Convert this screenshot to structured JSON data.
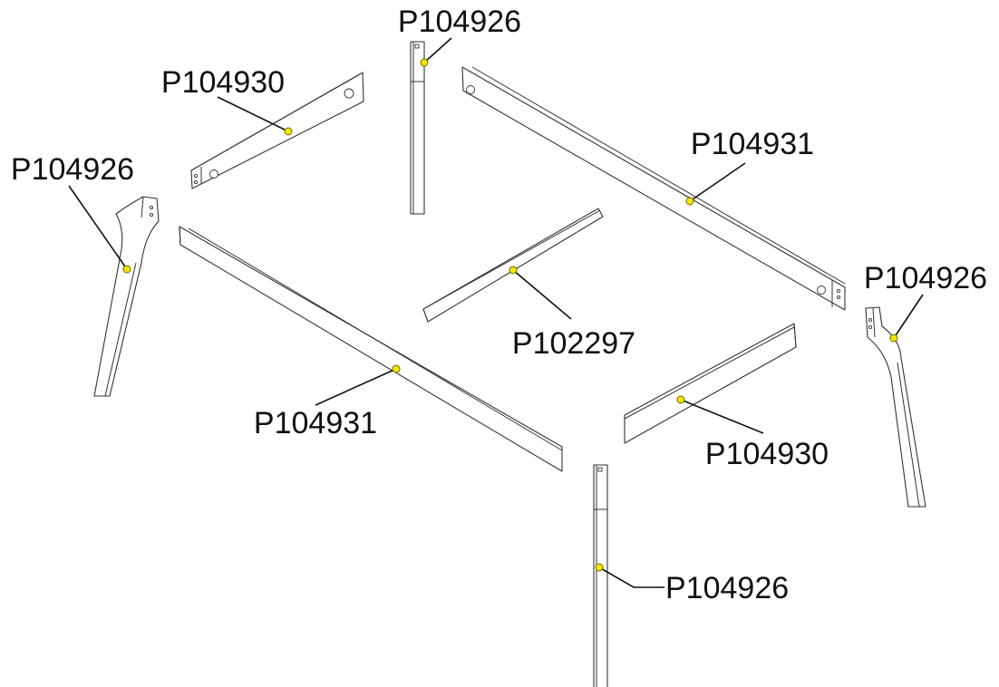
{
  "callout_color": "#f2e600",
  "parts": [
    {
      "id": "post_top",
      "label": "P104926"
    },
    {
      "id": "short_rail_top",
      "label": "P104930"
    },
    {
      "id": "long_rail_right",
      "label": "P104931"
    },
    {
      "id": "leg_left",
      "label": "P104926"
    },
    {
      "id": "center_rail",
      "label": "P102297"
    },
    {
      "id": "leg_right",
      "label": "P104926"
    },
    {
      "id": "long_rail_left",
      "label": "P104931"
    },
    {
      "id": "short_rail_bottom",
      "label": "P104930"
    },
    {
      "id": "post_bottom",
      "label": "P104926"
    }
  ]
}
